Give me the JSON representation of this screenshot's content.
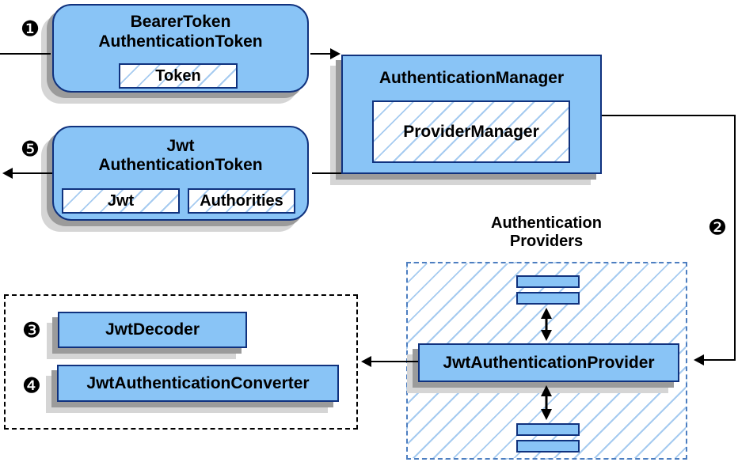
{
  "colors": {
    "node_fill": "#89c4f6",
    "node_border": "#10327e",
    "hatch": "#a6cbf0",
    "dashed_blue": "#4d7ec0",
    "shadow_dark": "#9b9b9b",
    "shadow_light": "#d5d5d5"
  },
  "badges": {
    "step1": "❶",
    "step2": "❷",
    "step3": "❸",
    "step4": "❹",
    "step5": "❺"
  },
  "nodes": {
    "bearer_token": {
      "title1": "BearerToken",
      "title2": "AuthenticationToken",
      "token": "Token"
    },
    "authentication_manager": {
      "title": "AuthenticationManager",
      "provider_manager": "ProviderManager"
    },
    "jwt_authentication_token": {
      "title1": "Jwt",
      "title2": "AuthenticationToken",
      "jwt": "Jwt",
      "authorities": "Authorities"
    },
    "authentication_providers": {
      "label1": "Authentication",
      "label2": "Providers"
    },
    "jwt_authentication_provider": {
      "title": "JwtAuthenticationProvider"
    },
    "jwt_decoder": {
      "title": "JwtDecoder"
    },
    "jwt_authentication_converter": {
      "title": "JwtAuthenticationConverter"
    }
  }
}
